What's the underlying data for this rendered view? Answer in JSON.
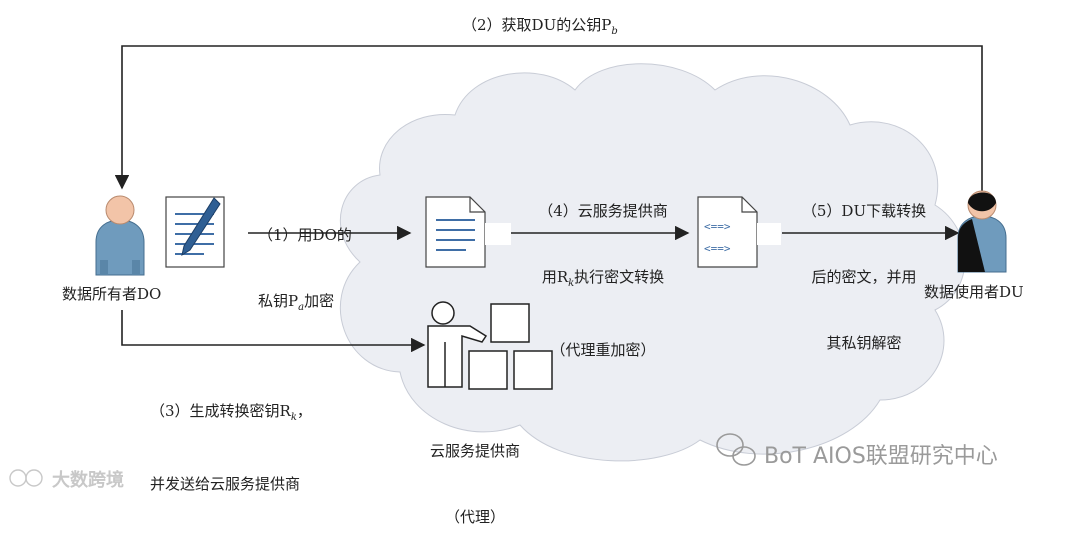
{
  "diagram": {
    "step2_label": "（2）获取DU的公钥P",
    "step2_sub": "b",
    "step1_line1": "（1）用DO的",
    "step1_line2_pre": "私钥P",
    "step1_line2_sub": "a",
    "step1_line2_post": "加密",
    "step4_line1": "（4）云服务提供商",
    "step4_line2_pre": "用R",
    "step4_line2_sub": "k",
    "step4_line2_post": "执行密文转换",
    "step4_line3": "（代理重加密）",
    "step5_line1": "（5）DU下载转换",
    "step5_line2": "后的密文，并用",
    "step5_line3": "其私钥解密",
    "step3_line1_pre": "（3）生成转换密钥R",
    "step3_line1_sub": "k",
    "step3_line1_post": "，",
    "step3_line2": "并发送给云服务提供商",
    "do_label": "数据所有者DO",
    "du_label": "数据使用者DU",
    "csp_line1": "云服务提供商",
    "csp_line2": "（代理）"
  },
  "watermarks": {
    "right": "BoT AIOS联盟研究中心",
    "left": "大数跨境"
  },
  "colors": {
    "arrow": "#222222",
    "cloud": "#eceef3",
    "person_body": "#6f9bbd",
    "person_head": "#f2c4a8",
    "doc_lines": "#3f6ea6",
    "watermark": "#9a9a9a"
  },
  "icons": [
    "person-do-icon",
    "pen-document-icon",
    "plain-document-icon",
    "encrypted-document-icon",
    "person-du-icon",
    "proxy-presenter-icon"
  ]
}
